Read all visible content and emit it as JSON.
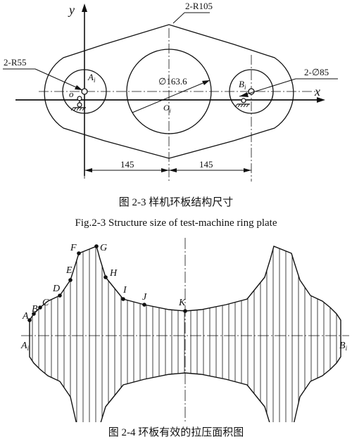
{
  "figure_top": {
    "axis_y": "y",
    "axis_x": "x",
    "label_r105": "2-R105",
    "label_r55": "2-R55",
    "label_d85": "2-∅85",
    "label_d163": "∅163.6",
    "label_a": "A",
    "label_a_sub": "i",
    "label_b": "B",
    "label_b_sub": "i",
    "label_o": "O",
    "label_o_sub": "i",
    "label_o_small": "o",
    "dim_left": "145",
    "dim_right": "145"
  },
  "caption_fig23_cn": "图 2-3   样机环板结构尺寸",
  "caption_fig23_en": "Fig.2-3    Structure size of test-machine ring plate",
  "figure_bottom": {
    "points": [
      "A",
      "B",
      "C",
      "D",
      "E",
      "F",
      "G",
      "H",
      "I",
      "J",
      "K"
    ],
    "axis_left": "A",
    "axis_left_sub": "i",
    "axis_right": "B",
    "axis_right_sub": "i"
  },
  "caption_fig24_cn": "图 2-4    环板有效的拉压面积图"
}
